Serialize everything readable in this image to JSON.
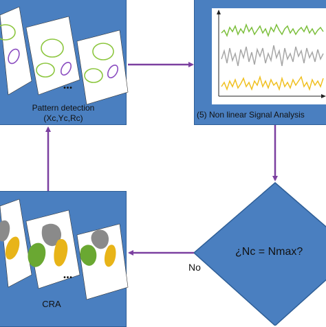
{
  "panels": {
    "pattern": {
      "caption_line1": "Pattern detection",
      "caption_line2": "(Xc,Yc,Rc)"
    },
    "signal": {
      "caption": "(5)  Non linear Signal Analysis"
    },
    "cra": {
      "caption": "CRA"
    }
  },
  "decision": {
    "text": "¿Nc = Nmax?",
    "no_label": "No"
  },
  "ellipsis": "•••",
  "colors": {
    "panel": "#4a7fc0",
    "arrow": "#7b3fa0",
    "green": "#7cbf3c",
    "purple": "#8a4cc0",
    "gray": "#a0a0a0",
    "yellow": "#f0c020",
    "gray_blob": "#8a8a8a",
    "green_blob": "#6aa832",
    "yellow_blob": "#e8b418"
  },
  "icons": [
    "flow-arrow-icon"
  ]
}
